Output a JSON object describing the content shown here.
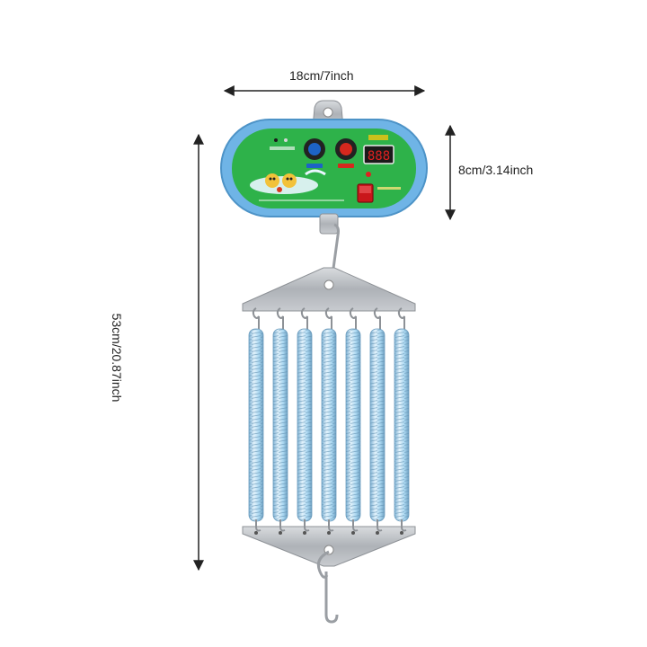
{
  "dimensions": {
    "width_label": "18cm/7inch",
    "height_label": "8cm/3.14inch",
    "total_length_label": "53cm/20.87inch"
  },
  "device": {
    "spring_count": 7,
    "colors": {
      "panel_frame": "#6fb4e6",
      "panel_face": "#2eb24a",
      "display_red": "#e02020",
      "knob_blue": "#1d63c7",
      "knob_red": "#d6281e",
      "switch": "#c9171b",
      "spring": "#a9d6f0",
      "metal": "#b8bcc1"
    },
    "display_readout": "888"
  }
}
